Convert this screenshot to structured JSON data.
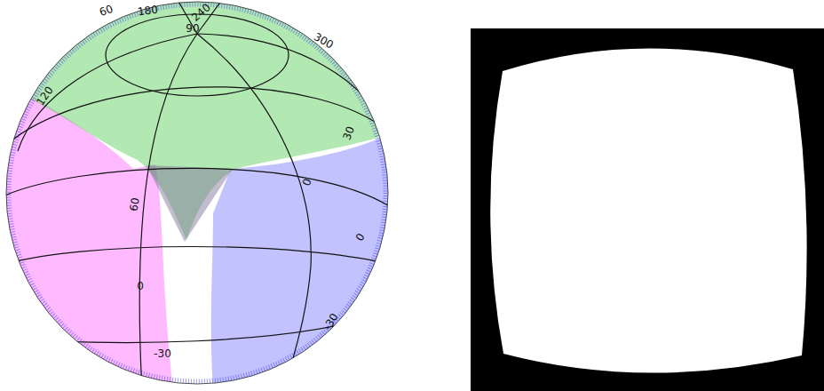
{
  "diagram": {
    "labels": [
      "60",
      "180",
      "240",
      "90",
      "300",
      "120",
      "30",
      "0",
      "60",
      "0",
      "0",
      "-30",
      "-30"
    ]
  }
}
